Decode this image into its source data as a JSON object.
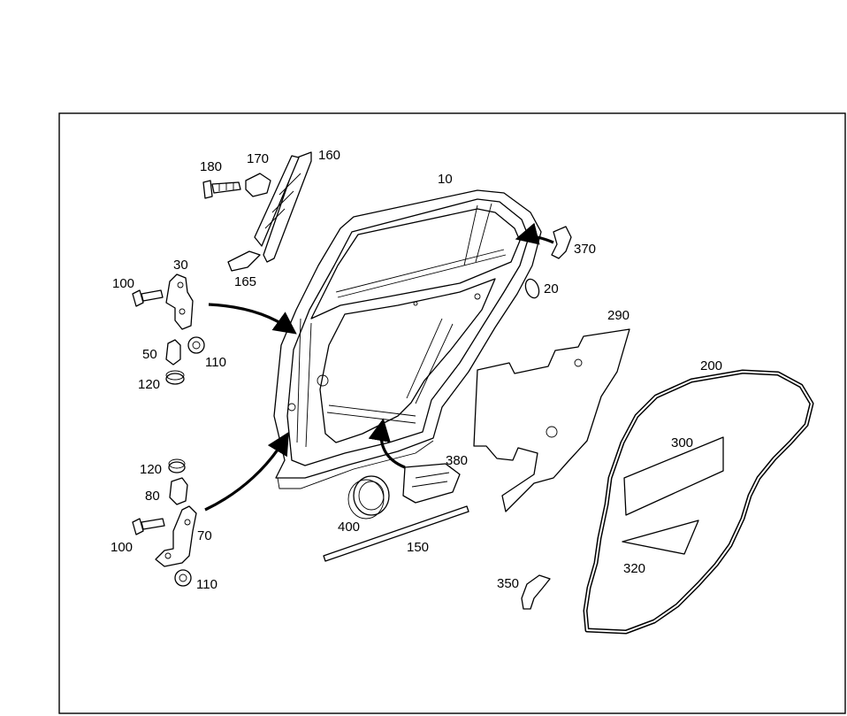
{
  "labels": {
    "p10": "10",
    "p20": "20",
    "p30": "30",
    "p50": "50",
    "p70": "70",
    "p80": "80",
    "p100a": "100",
    "p100b": "100",
    "p110a": "110",
    "p110b": "110",
    "p120a": "120",
    "p120b": "120",
    "p150": "150",
    "p160": "160",
    "p165": "165",
    "p170": "170",
    "p180": "180",
    "p200": "200",
    "p290": "290",
    "p300": "300",
    "p320": "320",
    "p350": "350",
    "p370": "370",
    "p380": "380",
    "p400": "400"
  }
}
